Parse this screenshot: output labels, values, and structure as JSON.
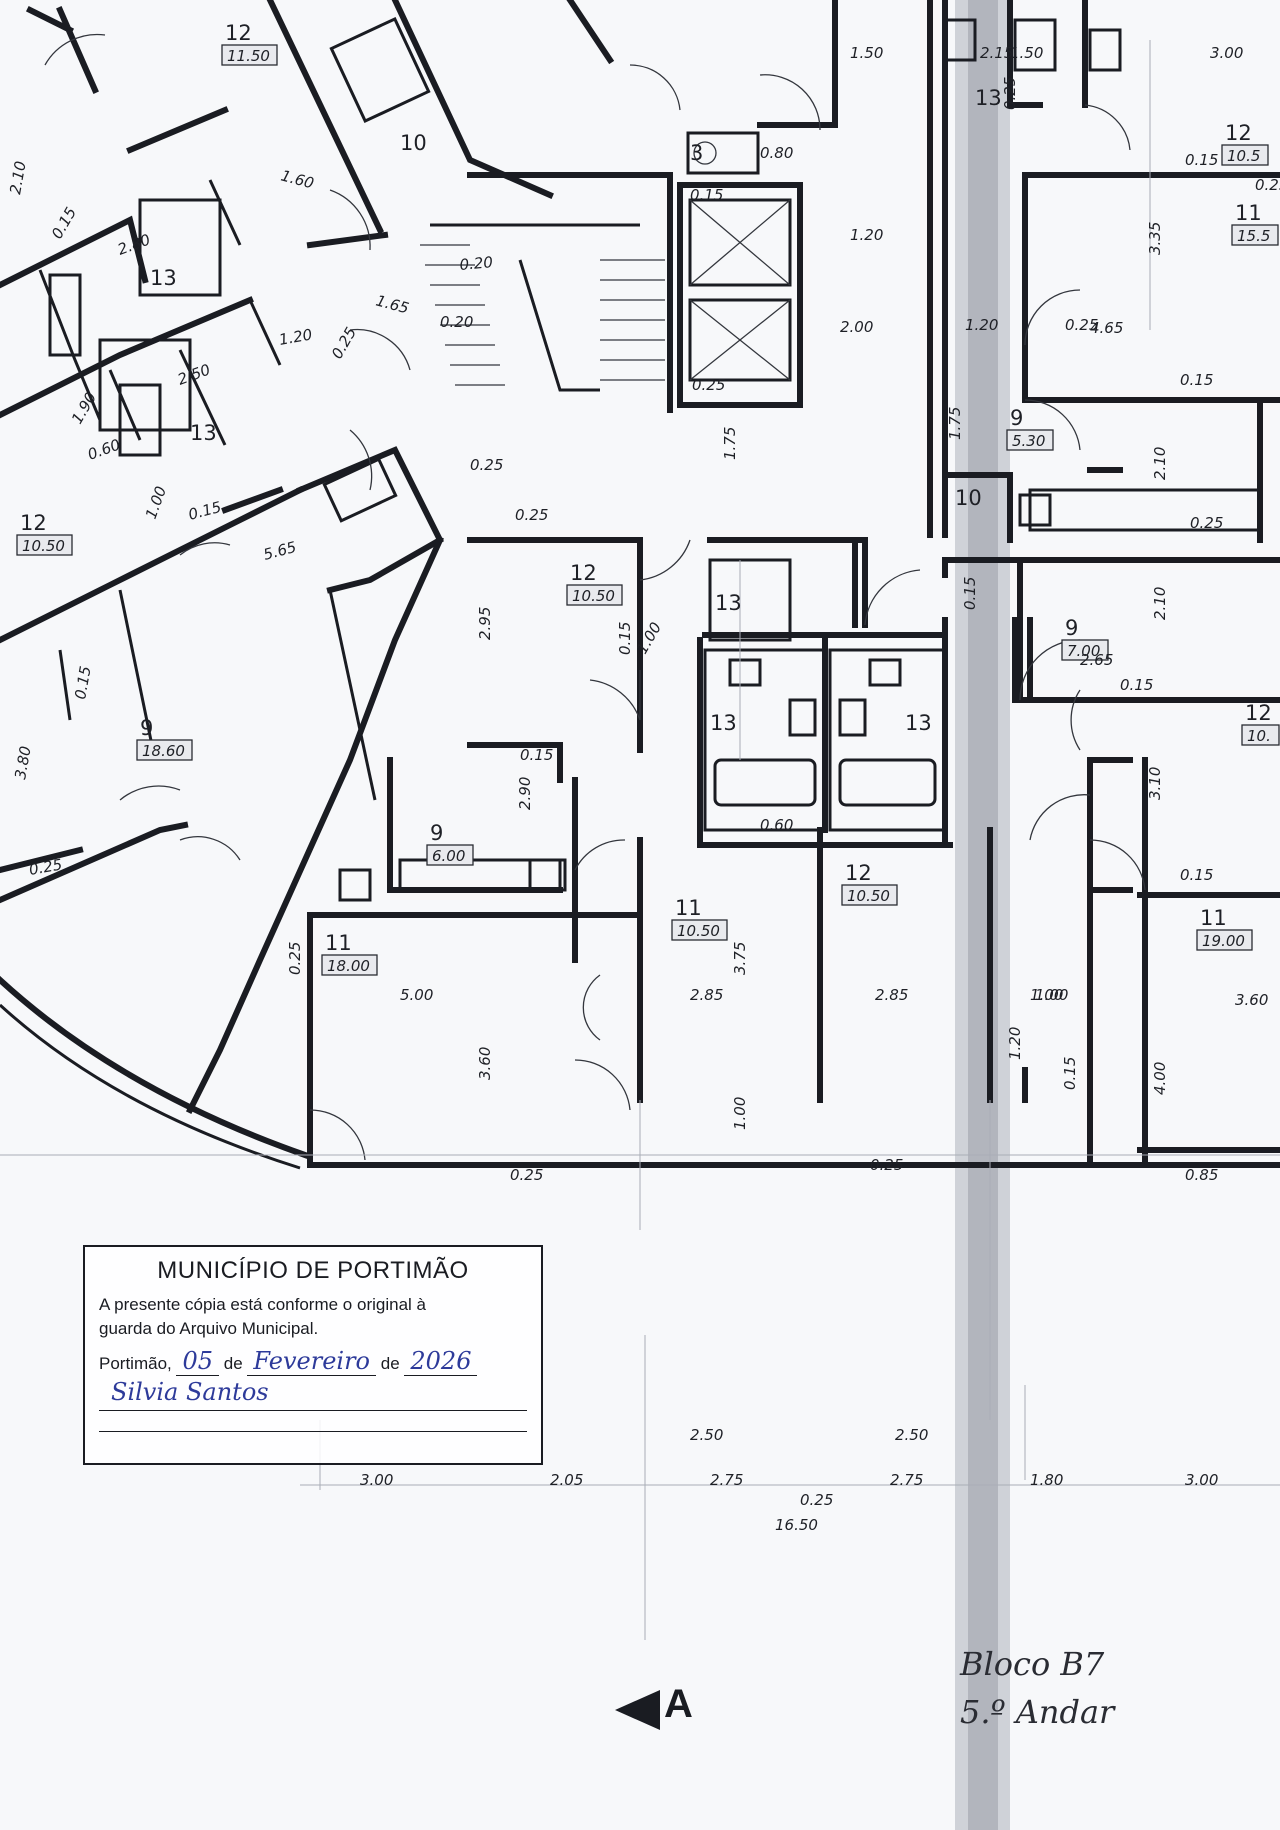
{
  "stamp": {
    "title": "MUNICÍPIO DE PORTIMÃO",
    "line1": "A presente cópia está conforme o original à",
    "line2": "guarda do Arquivo Municipal.",
    "place": "Portimão,",
    "day": "05",
    "de1": "de",
    "month": "Fevereiro",
    "de2": "de",
    "year": "2026",
    "signature": "Silvia Santos"
  },
  "section_marker": "A",
  "handwritten_note": [
    "Bloco B7",
    "5.º Andar"
  ],
  "rooms": [
    {
      "num": "12",
      "area": "11.50"
    },
    {
      "num": "10"
    },
    {
      "num": "13"
    },
    {
      "num": "13"
    },
    {
      "num": "12",
      "area": "10.50"
    },
    {
      "num": "9",
      "area": "18.60"
    },
    {
      "num": "3"
    },
    {
      "num": "12",
      "area": "10.50"
    },
    {
      "num": "13"
    },
    {
      "num": "13"
    },
    {
      "num": "13"
    },
    {
      "num": "9",
      "area": "6.00"
    },
    {
      "num": "11",
      "area": "18.00"
    },
    {
      "num": "11",
      "area": "10.50"
    },
    {
      "num": "12",
      "area": "10.50"
    },
    {
      "num": "13"
    },
    {
      "num": "12",
      "area": "10.5"
    },
    {
      "num": "11",
      "area": "15.5"
    },
    {
      "num": "9",
      "area": "5.30"
    },
    {
      "num": "10"
    },
    {
      "num": "9",
      "area": "7.00"
    },
    {
      "num": "12",
      "area": "10."
    },
    {
      "num": "11",
      "area": "19.00"
    }
  ],
  "dimensions": [
    "2.10",
    "1.50",
    "1.60",
    "0.15",
    "2.80",
    "1.65",
    "0.20",
    "0.20",
    "1.20",
    "0.25",
    "0.25",
    "2.50",
    "1.90",
    "0.60",
    "1.00",
    "0.15",
    "5.65",
    "0.15",
    "3.80",
    "0.25",
    "0.15",
    "0.80",
    "1.75",
    "0.25",
    "2.00",
    "1.20",
    "0.25",
    "1.75",
    "0.25",
    "1.50",
    "2.15",
    "3.00",
    "0.15",
    "3.35",
    "4.65",
    "0.15",
    "2.10",
    "0.25",
    "2.10",
    "2.65",
    "0.15",
    "3.10",
    "0.15",
    "1.00",
    "3.60",
    "0.25",
    "2.95",
    "1.00",
    "0.15",
    "0.15",
    "2.90",
    "0.15",
    "0.60",
    "3.75",
    "5.00",
    "2.85",
    "2.85",
    "3.60",
    "0.25",
    "1.00",
    "0.25",
    "0.85",
    "1.00",
    "2.50",
    "2.50",
    "3.00",
    "2.05",
    "2.75",
    "2.75",
    "1.80",
    "3.00",
    "0.25",
    "16.50",
    "1.20",
    "0.25",
    "4.00",
    "0.15",
    "0.25",
    "1.20"
  ]
}
